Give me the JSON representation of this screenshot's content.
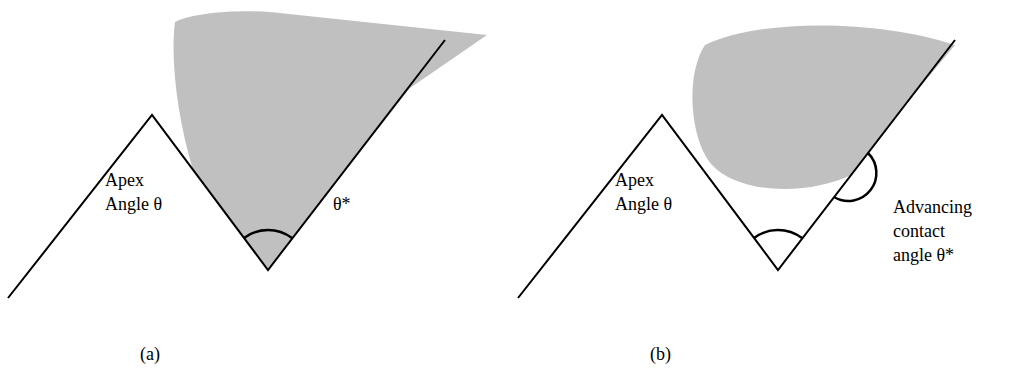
{
  "diagram": {
    "labels": [
      "Apex Angle θ",
      "θ*",
      "(a)",
      "Apex Angle θ",
      "Advancing contact angle θ*",
      "(b)"
    ]
  }
}
